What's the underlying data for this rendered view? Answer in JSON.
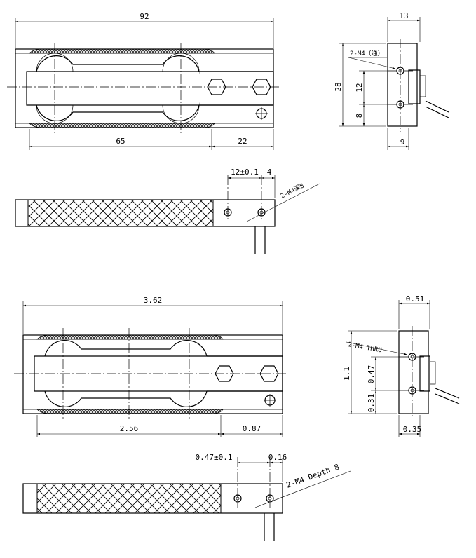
{
  "metric": {
    "length": "92",
    "depth": "13",
    "base_length": "65",
    "mount_offset": "22",
    "height": "28",
    "hole_spacing": "12",
    "hole_offset": "8",
    "base_depth": "9",
    "side_hole_spacing": "12±0.1",
    "side_hole_edge": "4",
    "thread_note_top": "2-M4（通）",
    "thread_note_side": "2-M4深8"
  },
  "imperial": {
    "length": "3.62",
    "depth": "0.51",
    "base_length": "2.56",
    "mount_offset": "0.87",
    "height": "1.1",
    "hole_spacing": "0.47",
    "hole_offset": "0.31",
    "base_depth": "0.35",
    "side_hole_spacing": "0.47±0.1",
    "side_hole_edge": "0.16",
    "thread_note_top": "2-M4 THRU",
    "thread_note_side": "2-M4 Depth 8"
  }
}
